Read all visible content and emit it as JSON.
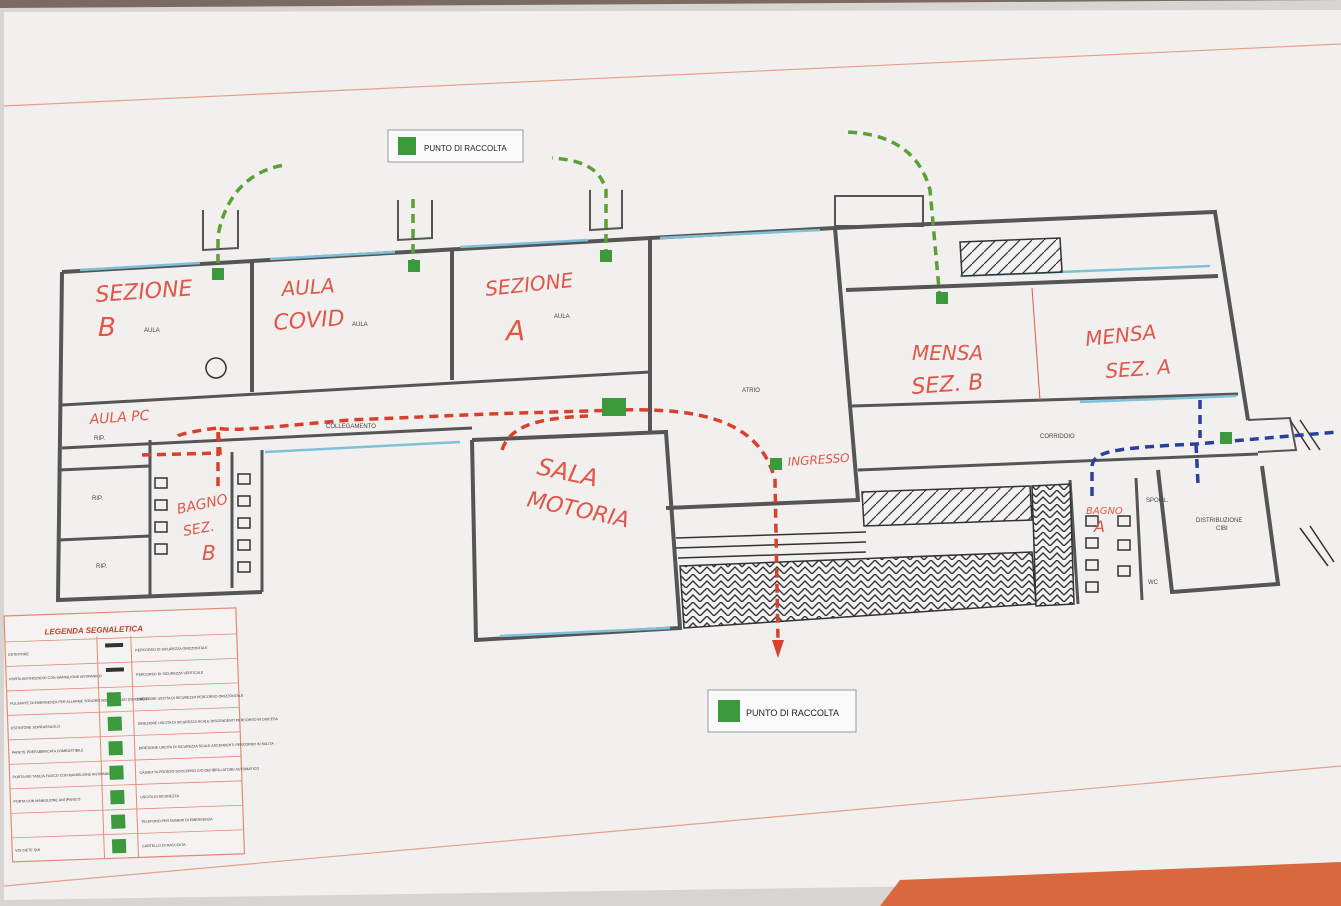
{
  "rooms_handwritten": {
    "sezione_b": [
      "SEZIONE",
      "B"
    ],
    "aula_covid": [
      "AULA",
      "COVID"
    ],
    "sezione_a": [
      "SEZIONE",
      "A"
    ],
    "mensa_sez_b": [
      "MENSA",
      "SEZ. B"
    ],
    "mensa_sez_a": [
      "MENSA",
      "SEZ. A"
    ],
    "aula_pc": "AULA PC",
    "bagno_sez_b": [
      "BAGNO",
      "SEZ.",
      "B"
    ],
    "bagno_sez_a": [
      "BAGNO",
      "A"
    ],
    "sala_motoria": [
      "SALA",
      "MOTORIA"
    ],
    "ingresso": "INGRESSO"
  },
  "printed_labels": {
    "aula": "AULA",
    "atrio": "ATRIO",
    "corridoio": "CORRIDOIO",
    "rip": "RIP.",
    "spogl": "SPOGL.",
    "wc": "WC",
    "distribuzione": "DISTRIBUZIONE",
    "cibi": "CIBI",
    "collegamento": "COLLEGAMENTO"
  },
  "assembly_points": {
    "top": "PUNTO DI RACCOLTA",
    "bottom": "PUNTO DI RACCOLTA"
  },
  "legend": {
    "title": "LEGENDA SEGNALETICA",
    "rows": [
      {
        "left": "ESTINTORE",
        "icon": "arrow-icon",
        "right": "PERCORSO DI SICUREZZA ORIZZONTALE"
      },
      {
        "left": "PORTA ANTINCENDIO CON MANIGLIONE ANTIPANICO",
        "icon": "arrow-icon",
        "right": "PERCORSO DI SICUREZZA VERTICALE"
      },
      {
        "left": "PULSANTE DI EMERGENZA PER ALLARME SONORO SOLO IN CASO D'INCENDIO",
        "icon": "exit-sign-icon",
        "right": "DIREZIONE USCITA DI SICUREZZA PERCORSO ORIZZONTALE"
      },
      {
        "left": "ESTINTORE SOPRASSUOLO",
        "icon": "exit-sign-icon",
        "right": "DIREZIONE USCITA DI SICUREZZA SCALE DISCENDENTI PERCORSO IN DISCESA"
      },
      {
        "left": "PARETE PREFABBRICATA COMBUSTIBILE",
        "icon": "exit-sign-icon",
        "right": "DIREZIONE USCITA DI SICUREZZA SCALE ASCENDENTI PERCORSO IN SALITA"
      },
      {
        "left": "PORTA REI TAGLIA FUOCO CON MANIGLIONE ANTIPANICO",
        "icon": "first-aid-icon",
        "right": "CASSETTA PRONTO SOCCORSO E/O DEFIBRILLATORE AUTOMATICO"
      },
      {
        "left": "PORTA CON MANIGLIONE ANTIPANICO",
        "icon": "exit-door-icon",
        "right": "USCITA DI SICUREZZA"
      },
      {
        "left": "",
        "icon": "phone-icon",
        "right": "TELEFONO PER NUMERI DI EMERGENZA"
      },
      {
        "left": "VOI SIETE QUI",
        "icon": "assembly-icon",
        "right": "CARTELLO DI RACCOLTA"
      }
    ]
  },
  "colors": {
    "route_red": "#d9402b",
    "route_green": "#5aa032",
    "route_blue": "#2b3f9c",
    "handwriting": "#e0574a",
    "window": "#7ec0d8",
    "sign_green": "#3c9a3c"
  }
}
